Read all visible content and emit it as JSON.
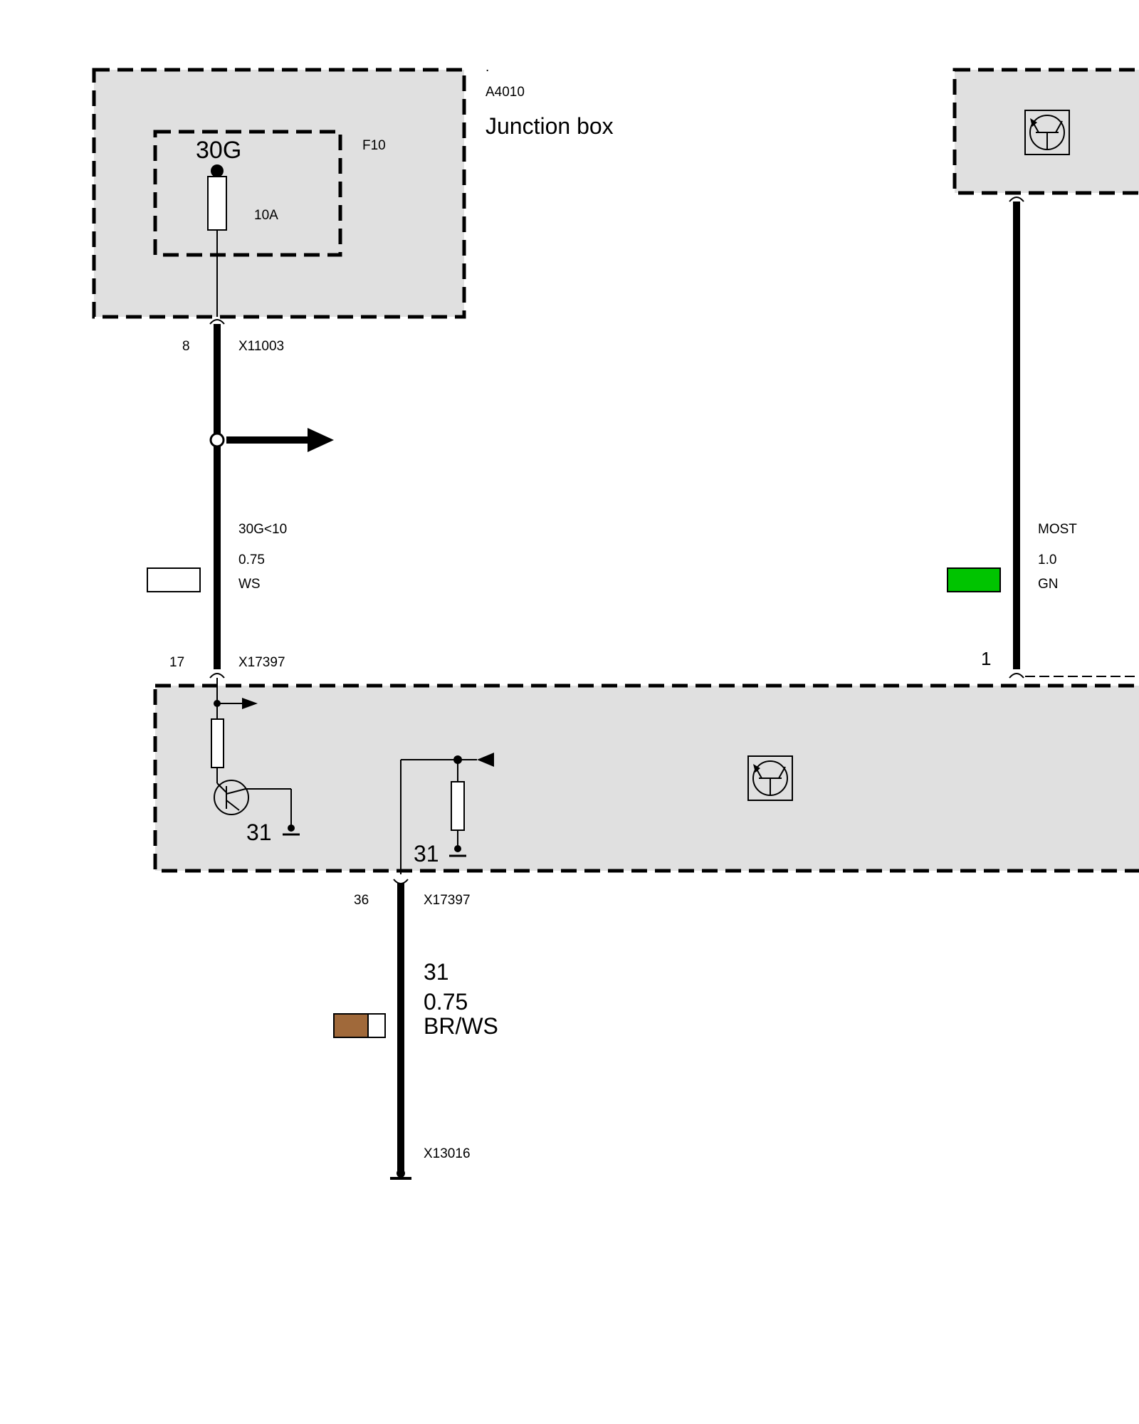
{
  "junction_box": {
    "dot": ".",
    "id": "A4010",
    "title": "Junction box",
    "fuse_id": "F10",
    "terminal": "30G",
    "fuse_rating": "10A"
  },
  "wire_power": {
    "upper_pin": "8",
    "upper_connector": "X11003",
    "circuit": "30G<10",
    "gauge": "0.75",
    "color_code": "WS",
    "swatch_colors": [
      "#ffffff"
    ],
    "lower_pin": "17",
    "lower_connector": "X17397"
  },
  "wire_most": {
    "circuit": "MOST",
    "gauge": "1.0",
    "color_code": "GN",
    "swatch_colors": [
      "#00c400"
    ],
    "pin": "1"
  },
  "control_unit": {
    "ground_left": "31",
    "ground_mid": "31"
  },
  "wire_ground": {
    "pin": "36",
    "connector": "X17397",
    "circuit": "31",
    "gauge": "0.75",
    "color_code": "BR/WS",
    "swatch_colors": [
      "#a0693a",
      "#ffffff"
    ],
    "end_connector": "X13016"
  },
  "colors": {
    "box_fill": "#e0e0e0",
    "wire": "#000000"
  }
}
